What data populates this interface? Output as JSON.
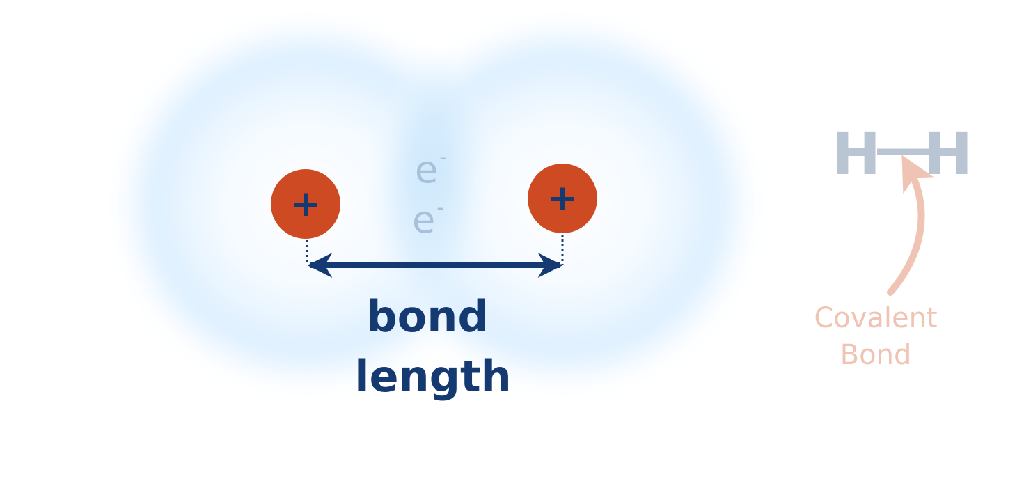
{
  "colors": {
    "nucleus": "#cd4a22",
    "plus": "#153a72",
    "arrow": "#153a72",
    "bond_text": "#153a72",
    "electron_text": "#a9c0d8",
    "cloud": "#cfe8fb",
    "cloud_overlap": "#bfe0f8",
    "formula": "#b9c5d3",
    "covalent": "#f0c4b5"
  },
  "nuclei": [
    {
      "label": "+"
    },
    {
      "label": "+"
    }
  ],
  "electrons": [
    {
      "label": "e",
      "charge": "-"
    },
    {
      "label": "e",
      "charge": "-"
    }
  ],
  "bond_length": {
    "line1": "bond",
    "line2": "length"
  },
  "formula": {
    "atom_left": "H",
    "atom_right": "H"
  },
  "covalent_label": {
    "line1": "Covalent",
    "line2": "Bond"
  }
}
